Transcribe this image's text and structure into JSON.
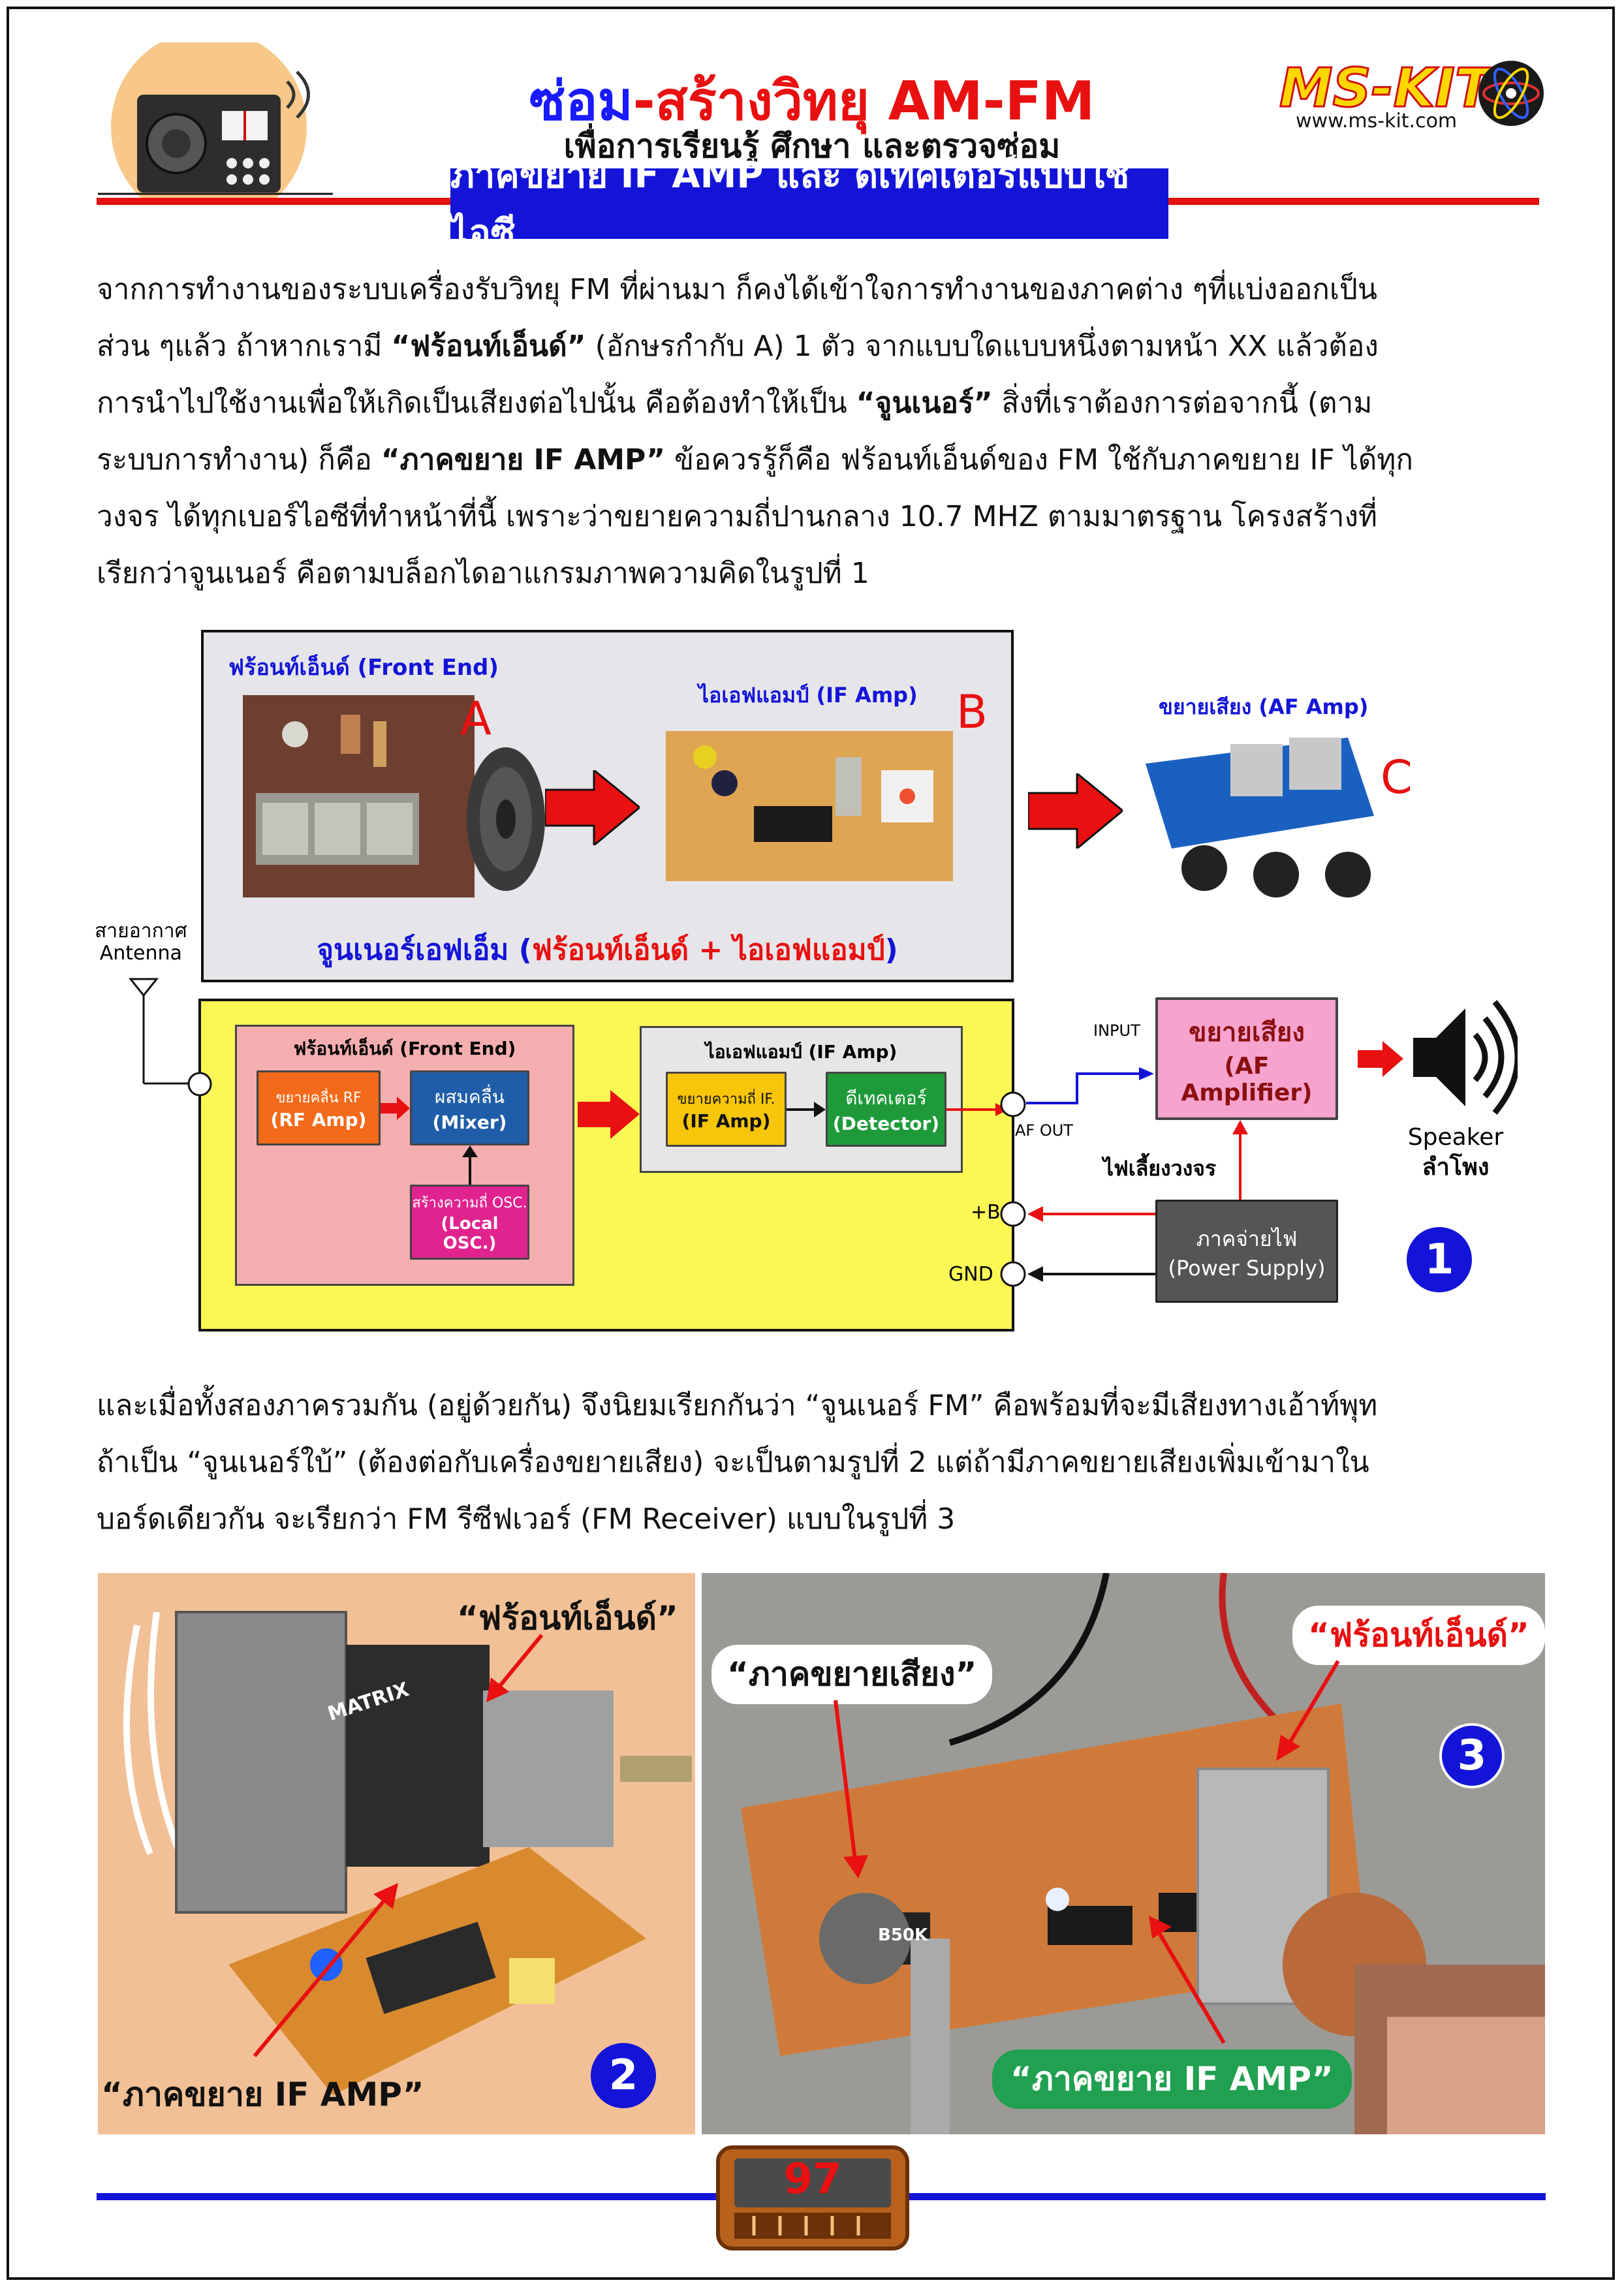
{
  "header": {
    "title_part1": "ซ่อม",
    "title_sep": "-",
    "title_part2": "สร้างวิทยุ",
    "title_part3": "AM-FM",
    "subtitle": "เพื่อการเรียนรู้ ศึกษา และตรวจซ่อม",
    "banner": "ภาคขยาย IF AMP และ ดีเทคเตอร์แบบใช้ไอซี",
    "logo": "MS-KIT",
    "logo_url": "www.ms-kit.com"
  },
  "para1": {
    "l1": "จากการทำงานของระบบเครื่องรับวิทยุ FM ที่ผ่านมา   ก็คงได้เข้าใจการทำงานของภาคต่าง ๆที่แบ่งออกเป็น",
    "l2a": "ส่วน ๆแล้ว  ถ้าหากเรามี ",
    "l2b": "“ฟร้อนท์เอ็นด์”",
    "l2c": " (อักษรกำกับ A) 1 ตัว จากแบบใดแบบหนึ่งตามหน้า XX   แล้วต้อง",
    "l3a": "การนำไปใช้งานเพื่อให้เกิดเป็นเสียงต่อไปนั้น คือต้องทำให้เป็น ",
    "l3b": "“จูนเนอร์”",
    "l3c": "  สิ่งที่เราต้องการต่อจากนี้ (ตาม",
    "l4a": "ระบบการทำงาน) ก็คือ ",
    "l4b": "“ภาคขยาย IF AMP”",
    "l4c": "  ข้อควรรู้ก็คือ ฟร้อนท์เอ็นด์ของ FM ใช้กับภาคขยาย IF ได้ทุก",
    "l5": "วงจร ได้ทุกเบอร์ไอซีที่ทำหน้าที่นี้ เพราะว่าขยายความถี่ปานกลาง 10.7 MHZ ตามมาตรฐาน     โครงสร้างที่",
    "l6": "เรียกว่าจูนเนอร์ คือตามบล็อกไดอาแกรมภาพความคิดในรูปที่ 1"
  },
  "figure1": {
    "fe_title": "ฟร้อนท์เอ็นด์ (Front End)",
    "if_title": "ไอเอฟแอมป์ (IF Amp)",
    "af_title": "ขยายเสียง (AF Amp)",
    "letter_a": "A",
    "letter_b": "B",
    "letter_c": "C",
    "tuner_1": "จูนเนอร์เอฟเอ็ม (",
    "tuner_2": "ฟร้อนท์เอ็นด์ + ไอเอฟแอมป์",
    "tuner_3": ")",
    "antenna_th": "สายอากาศ",
    "antenna_en": "Antenna",
    "block_fe_title": "ฟร้อนท์เอ็นด์ (Front End)",
    "rf_th": "ขยายคลื่น RF",
    "rf_en": "(RF Amp)",
    "mixer_th": "ผสมคลื่น",
    "mixer_en": "(Mixer)",
    "osc_th": "สร้างความถี่ OSC.",
    "osc_en": "(Local OSC.)",
    "block_if_title": "ไอเอฟแอมป์ (IF Amp)",
    "ifamp_th": "ขยายความถี่ IF.",
    "ifamp_en": "(IF Amp)",
    "det_th": "ดีเทคเตอร์",
    "det_en": "(Detector)",
    "input": "INPUT",
    "af_out": "AF OUT",
    "afamp_th": "ขยายเสียง",
    "afamp_en": "(AF Amplifier)",
    "speaker_en": "Speaker",
    "speaker_th": "ลำโพง",
    "feed": "ไฟเลี้ยงวงจร",
    "vplus": "+B",
    "gnd": "GND",
    "psu_th": "ภาคจ่ายไฟ",
    "psu_en": "(Power Supply)",
    "num": "1"
  },
  "para2": {
    "l1": "และเมื่อทั้งสองภาครวมกัน (อยู่ด้วยกัน) จึงนิยมเรียกกันว่า “จูนเนอร์ FM” คือพร้อมที่จะมีเสียงทางเอ้าท์พุท",
    "l2": "ถ้าเป็น “จูนเนอร์ใบ้” (ต้องต่อกับเครื่องขยายเสียง) จะเป็นตามรูปที่ 2     แต่ถ้ามีภาคขยายเสียงเพิ่มเข้ามาใน",
    "l3": "บอร์ดเดียวกัน จะเรียกว่า FM รีซีฟเวอร์ (FM Receiver) แบบในรูปที่ 3"
  },
  "photo2": {
    "label_fe": "“ฟร้อนท์เอ็นด์”",
    "label_if": "“ภาคขยาย IF AMP”",
    "ic_text": "MATRIX",
    "num": "2"
  },
  "photo3": {
    "label_af": "“ภาคขยายเสียง”",
    "label_fe": "“ฟร้อนท์เอ็นด์”",
    "label_if": "“ภาคขยาย IF AMP”",
    "pot_text": "B50K",
    "num": "3"
  },
  "footer": {
    "page_number": "97"
  }
}
